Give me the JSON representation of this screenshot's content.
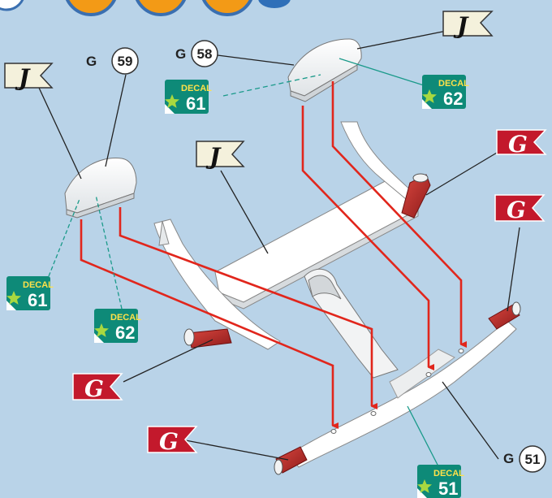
{
  "flags": {
    "j_top_right": "J",
    "j_top_left": "J",
    "j_center": "J",
    "g_right_upper": "G",
    "g_right_middle": "G",
    "g_left_lower": "G",
    "g_bottom_left": "G"
  },
  "part_labels": {
    "p59": {
      "letter": "G",
      "number": "59"
    },
    "p58": {
      "letter": "G",
      "number": "58"
    },
    "p51": {
      "letter": "G",
      "number": "51"
    }
  },
  "decals": {
    "d61_top": {
      "label": "DECAL",
      "number": "61"
    },
    "d62_top": {
      "label": "DECAL",
      "number": "62"
    },
    "d61_left": {
      "label": "DECAL",
      "number": "61"
    },
    "d62_left": {
      "label": "DECAL",
      "number": "62"
    },
    "d51": {
      "label": "DECAL",
      "number": "51"
    }
  },
  "colors": {
    "background": "#b9d3e8",
    "arrow": "#e1261c",
    "flag_g": "#c3192c",
    "flag_j": "#f4f1dc",
    "decal": "#0e8a78",
    "accent_orange": "#f39a16"
  }
}
